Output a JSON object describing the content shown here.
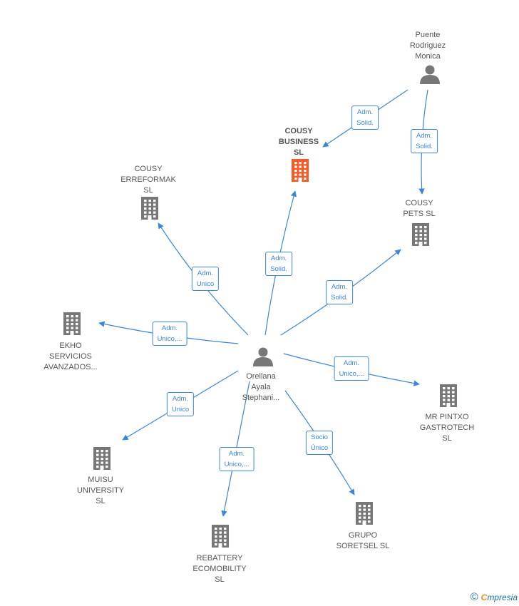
{
  "nodes": [
    {
      "id": "puente",
      "kind": "person",
      "label": "Puente\nRodriguez\nMonica",
      "color": "#777777"
    },
    {
      "id": "cousy_business",
      "kind": "company",
      "label": "COUSY\nBUSINESS\nSL",
      "color": "#ff5722",
      "focus": true
    },
    {
      "id": "cousy_erreformak",
      "kind": "company",
      "label": "COUSY\nERREFORMAK\nSL",
      "color": "#777777"
    },
    {
      "id": "cousy_pets",
      "kind": "company",
      "label": "COUSY\nPETS  SL",
      "color": "#777777"
    },
    {
      "id": "ekho",
      "kind": "company",
      "label": "EKHO\nSERVICIOS\nAVANZADOS...",
      "color": "#777777"
    },
    {
      "id": "orellana",
      "kind": "person",
      "label": "Orellana\nAyala\nStephani...",
      "color": "#777777"
    },
    {
      "id": "mr_pintxo",
      "kind": "company",
      "label": "MR PINTXO\nGASTROTECH\nSL",
      "color": "#777777"
    },
    {
      "id": "muisu",
      "kind": "company",
      "label": "MUISU\nUNIVERSITY\nSL",
      "color": "#777777"
    },
    {
      "id": "rebattery",
      "kind": "company",
      "label": "REBATTERY\nECOMOBILITY\nSL",
      "color": "#777777"
    },
    {
      "id": "grupo",
      "kind": "company",
      "label": "GRUPO\nSORETSEL  SL",
      "color": "#777777"
    }
  ],
  "edges": [
    {
      "from": "puente",
      "to": "cousy_business",
      "label": "Adm.\nSolid."
    },
    {
      "from": "puente",
      "to": "cousy_pets",
      "label": "Adm.\nSolid."
    },
    {
      "from": "orellana",
      "to": "cousy_business",
      "label": "Adm.\nSolid."
    },
    {
      "from": "orellana",
      "to": "cousy_erreformak",
      "label": "Adm.\nUnico"
    },
    {
      "from": "orellana",
      "to": "cousy_pets",
      "label": "Adm.\nSolid."
    },
    {
      "from": "orellana",
      "to": "ekho",
      "label": "Adm.\nUnico,..."
    },
    {
      "from": "orellana",
      "to": "mr_pintxo",
      "label": "Adm.\nUnico,..."
    },
    {
      "from": "orellana",
      "to": "muisu",
      "label": "Adm.\nUnico"
    },
    {
      "from": "orellana",
      "to": "rebattery",
      "label": "Adm.\nUnico,..."
    },
    {
      "from": "orellana",
      "to": "grupo",
      "label": "Socio\nÚnico"
    }
  ],
  "colors": {
    "edge": "#3a86d9",
    "node": "#777777",
    "focus": "#ff5722"
  },
  "footer": {
    "copyright": "©",
    "brand_e": "C",
    "brand": "mpresia"
  }
}
